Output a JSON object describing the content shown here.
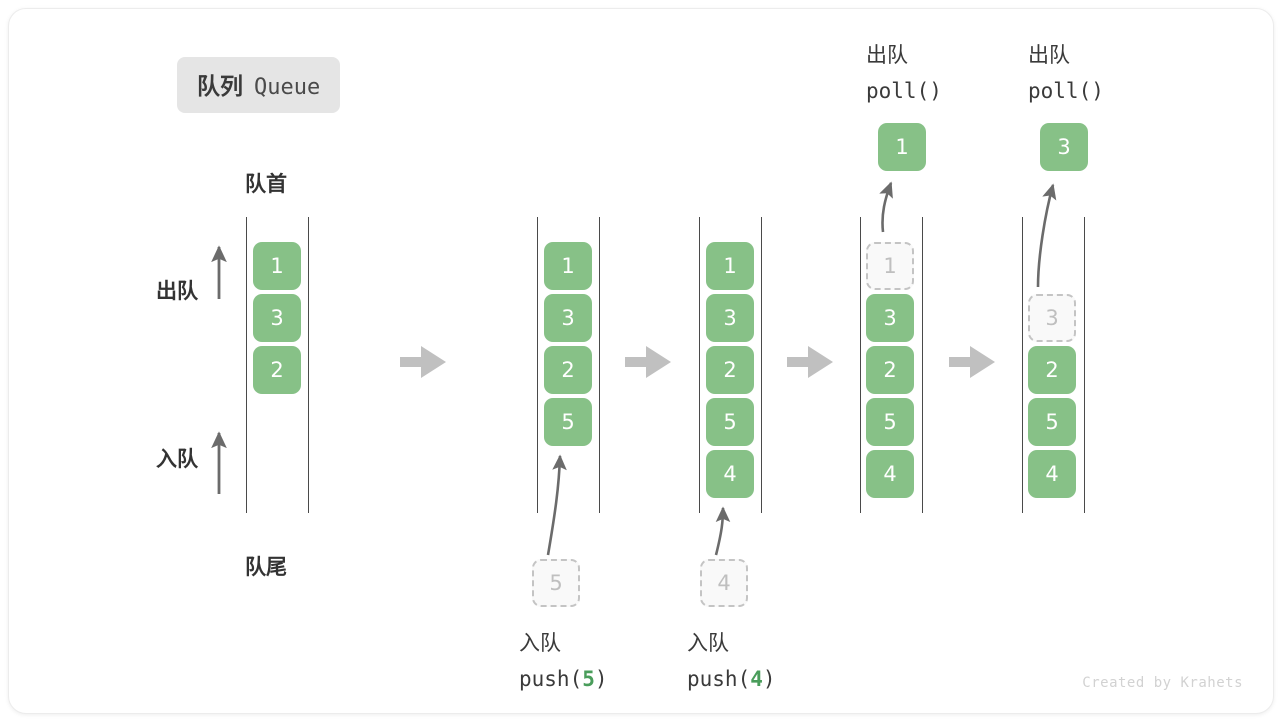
{
  "title": {
    "cn": "队列",
    "en": "Queue"
  },
  "labels": {
    "front": "队首",
    "rear": "队尾",
    "dequeue": "出队",
    "enqueue": "入队"
  },
  "watermark": "Created by Krahets",
  "colors": {
    "element": "#87c187",
    "ghost_fill": "#f9f9f9",
    "ghost_border": "#c4c4c4",
    "rail": "#4a4a4a",
    "arrow": "#6b6b6b",
    "step_arrow": "#c0c0c0",
    "badge_bg": "#e5e5e5",
    "accent_number": "#4a9d5b"
  },
  "stages": [
    {
      "name": "initial",
      "items": [
        "1",
        "3",
        "2"
      ],
      "ghost": null,
      "popped": null,
      "caption_cn": "",
      "caption_code": ""
    },
    {
      "name": "push-5",
      "items": [
        "1",
        "3",
        "2",
        "5"
      ],
      "ghost": "5",
      "popped": null,
      "caption_cn": "入队",
      "caption_code_prefix": "push(",
      "caption_code_num": "5",
      "caption_code_suffix": ")"
    },
    {
      "name": "push-4",
      "items": [
        "1",
        "3",
        "2",
        "5",
        "4"
      ],
      "ghost": "4",
      "popped": null,
      "caption_cn": "入队",
      "caption_code_prefix": "push(",
      "caption_code_num": "4",
      "caption_code_suffix": ")"
    },
    {
      "name": "poll-1",
      "items": [
        "3",
        "2",
        "5",
        "4"
      ],
      "ghost": "1",
      "popped": "1",
      "caption_cn": "出队",
      "caption_code_prefix": "poll(",
      "caption_code_num": "",
      "caption_code_suffix": ")"
    },
    {
      "name": "poll-3",
      "items": [
        "2",
        "5",
        "4"
      ],
      "ghost": "3",
      "popped": "3",
      "caption_cn": "出队",
      "caption_code_prefix": "poll(",
      "caption_code_num": "",
      "caption_code_suffix": ")"
    }
  ]
}
